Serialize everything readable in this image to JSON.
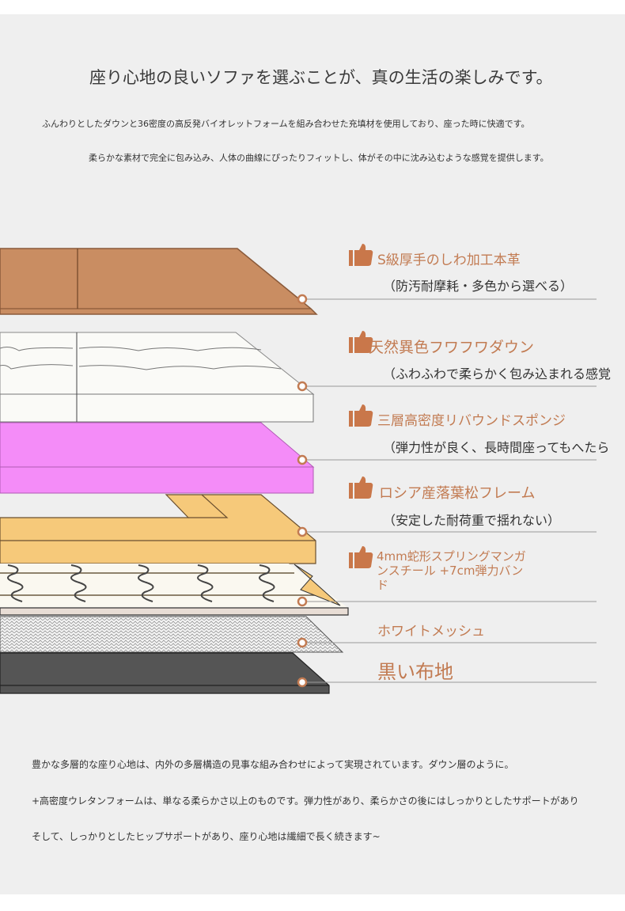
{
  "headline": "座り心地の良いソファを選ぶことが、真の生活の楽しみです。",
  "intro": [
    "ふんわりとしたダウンと36密度の高反発バイオレットフォームを組み合わせた充填材を使用しており、座った時に快適です。",
    "柔らかな素材で完全に包み込み、人体の曲線にぴったりフィットし、体がその中に沈み込むような感覚を提供します。"
  ],
  "layers": [
    {
      "title": "S級厚手のしわ加工本革",
      "subtitle": "（防汚耐摩耗・多色から選べる）",
      "icon": "thumbs-up-icon",
      "color": "#c98d62"
    },
    {
      "title": "天然異色フワフワダウン",
      "subtitle": "（ふわふわで柔らかく包み込まれる感覚",
      "icon": "thumbs-up-icon",
      "color": "#fafaf7"
    },
    {
      "title": "三層高密度リバウンドスポンジ",
      "subtitle": "（弾力性が良く、長時間座ってもへたら",
      "icon": "thumbs-up-icon",
      "color": "#f48cf8"
    },
    {
      "title": "ロシア産落葉松フレーム",
      "subtitle": "（安定した耐荷重で揺れない）",
      "icon": "thumbs-up-icon",
      "color": "#f6c97a"
    },
    {
      "title_lines": [
        "4mm蛇形スプリングマンガ",
        "ンスチール +7cm弾力バン",
        "ド"
      ],
      "icon": "thumbs-up-icon",
      "color": "#faf8f0"
    },
    {
      "title": "ホワイトメッシュ",
      "color": "#e8e8e8"
    },
    {
      "title": "黒い布地",
      "color": "#555555"
    }
  ],
  "accent": "#c27b52",
  "footer": [
    "豊かな多層的な座り心地は、内外の多層構造の見事な組み合わせによって実現されています。ダウン層のように。",
    "+高密度ウレタンフォームは、単なる柔らかさ以上のものです。弾力性があり、柔らかさの後にはしっかりとしたサポートがあり",
    "そして、しっかりとしたヒップサポートがあり、座り心地は繊細で長く続きます~"
  ]
}
